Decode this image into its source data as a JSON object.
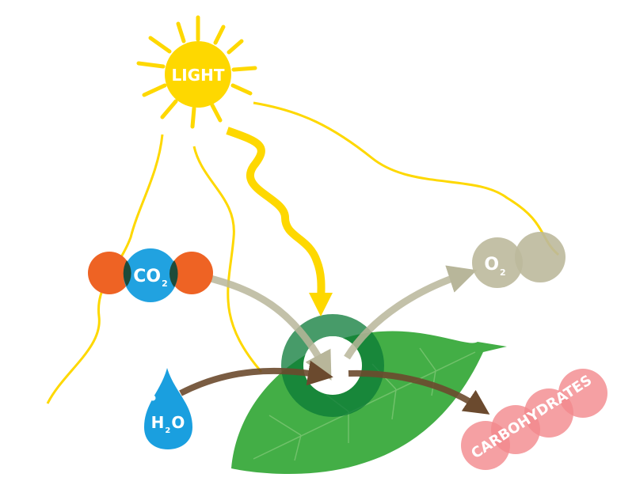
{
  "labels": {
    "light": "LIGHT",
    "co2_main": "CO",
    "co2_sub": "2",
    "o2_main": "O",
    "o2_sub": "2",
    "h2o_h": "H",
    "h2o_sub": "2",
    "h2o_o": "O",
    "carbohydrates": "CARBOHYDRATES"
  },
  "colors": {
    "sun": "#FED800",
    "carbon_dioxide_blue": "#1A9FDF",
    "oxygen_atom_orange": "#EE6324",
    "o2": "#BDB99C",
    "leaf": "#43AE46",
    "chloroplast_ring": "#0A7A37",
    "water": "#1A9FDF",
    "carbohydrates": "#F2888C",
    "input_arrow": "#B8B69A",
    "brown_arrow": "#6B4A2E"
  }
}
